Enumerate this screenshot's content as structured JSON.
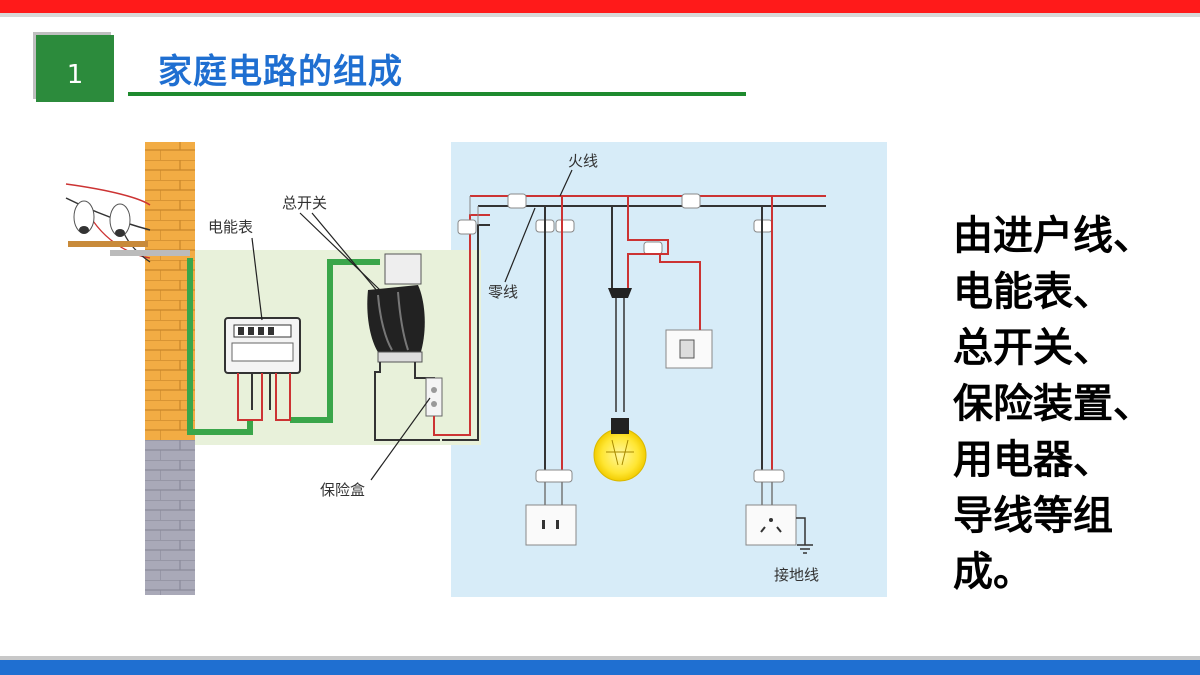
{
  "slide": {
    "number": "1",
    "title": "家庭电路的组成"
  },
  "diagram": {
    "labels": {
      "meter": "电能表",
      "main_switch": "总开关",
      "fuse_box": "保险盒",
      "live_wire": "火线",
      "neutral_wire": "零线",
      "ground_wire": "接地线"
    }
  },
  "description": {
    "lines": [
      "由进户线、",
      "电能表、",
      "总开关、",
      "保险装置、",
      "用电器、",
      "导线等组",
      "成。"
    ]
  }
}
